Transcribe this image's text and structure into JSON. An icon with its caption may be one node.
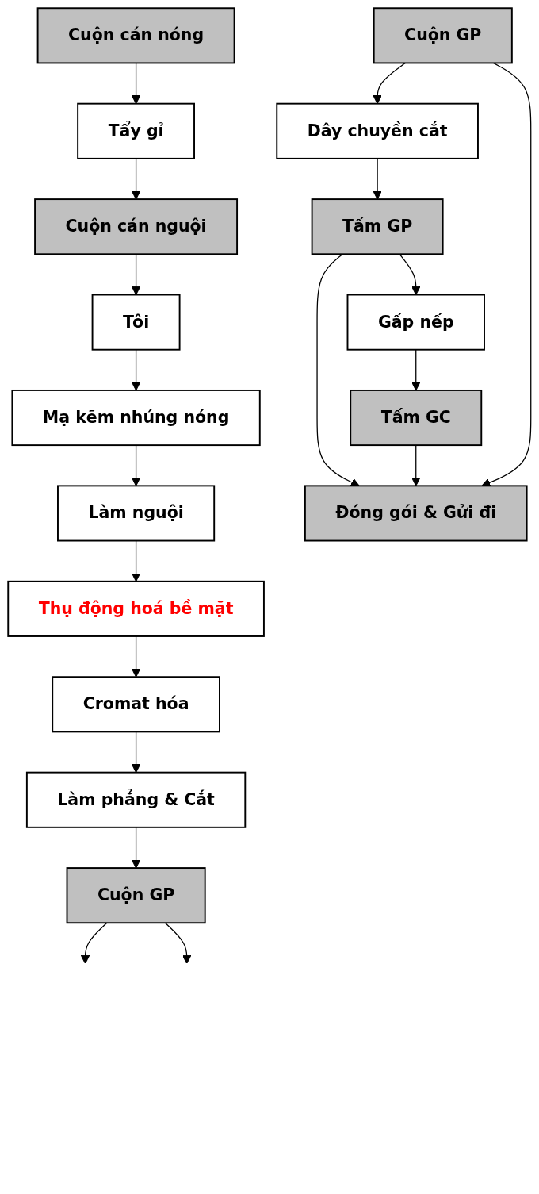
{
  "diagram": {
    "nodes": [
      {
        "text": [
          "Cuộn cán nóng"
        ]
      },
      {
        "text": [
          "Tẩy gỉ"
        ]
      },
      {
        "text": [
          "Cuộn cán nguội"
        ]
      },
      {
        "text": [
          "Tôi"
        ]
      },
      {
        "text": [
          "Mạ kẽm nhúng nóng"
        ]
      },
      {
        "text": [
          "Làm nguội"
        ]
      },
      {
        "text": [
          "Thụ động hoá bề mặt"
        ]
      },
      {
        "text": [
          "Cromat hóa"
        ]
      },
      {
        "text": [
          "Làm phẳng & Cắt"
        ]
      },
      {
        "text": [
          "Cuộn GP"
        ]
      },
      {
        "text": [
          "Cuộn GP"
        ]
      },
      {
        "text": [
          "Dây chuyền cắt"
        ]
      },
      {
        "text": [
          "Tấm GP"
        ]
      },
      {
        "text": [
          "Đóng gói & Gửi đi"
        ]
      },
      {
        "text": [
          "Gấp nếp"
        ]
      },
      {
        "text": [
          "Tấm GC"
        ]
      }
    ],
    "edges": [
      {
        "from": 0,
        "to": 1,
        "arrow": "to"
      },
      {
        "from": 1,
        "to": 2,
        "arrow": "to"
      },
      {
        "from": 2,
        "to": 3,
        "arrow": "to"
      },
      {
        "from": 3,
        "to": 4,
        "arrow": "to"
      },
      {
        "from": 4,
        "to": 5,
        "arrow": "to"
      },
      {
        "from": 5,
        "to": 6,
        "arrow": "to"
      },
      {
        "from": 6,
        "to": 7,
        "arrow": "to"
      },
      {
        "from": 7,
        "to": 8,
        "arrow": "to"
      },
      {
        "from": 8,
        "to": 9,
        "arrow": "to"
      },
      {
        "from": 9,
        "to": null,
        "arrow": "to"
      },
      {
        "from": 9,
        "to": null,
        "arrow": "to"
      },
      {
        "from": 10,
        "to": 11,
        "arrow": "to"
      },
      {
        "from": 11,
        "to": 12,
        "arrow": "to"
      },
      {
        "from": 12,
        "to": 13,
        "arrow": "to"
      },
      {
        "from": 10,
        "to": 13,
        "arrow": "to"
      },
      {
        "from": 12,
        "to": 14,
        "arrow": "to"
      },
      {
        "from": 14,
        "to": 15,
        "arrow": "to"
      },
      {
        "from": 15,
        "to": 13,
        "arrow": "to"
      }
    ]
  }
}
